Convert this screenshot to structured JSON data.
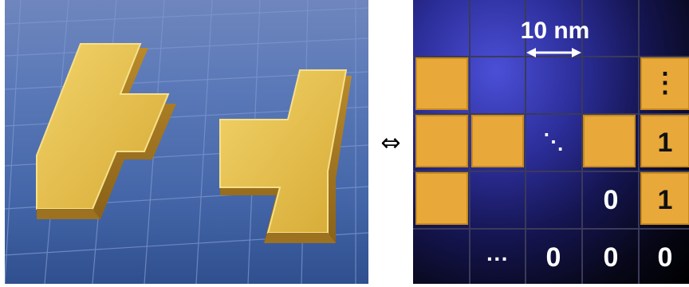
{
  "arrow_symbol": "⇔",
  "scale_label": "10 nm",
  "grid_labels": {
    "row1_col5": "⋮",
    "row2_col3": "⋱",
    "row2_col5": "1",
    "row3_col4": "0",
    "row3_col5": "1",
    "row4_col2": "···",
    "row4_col3": "0",
    "row4_col4": "0",
    "row4_col5": "0"
  },
  "colors": {
    "tile_gold": "#e8a83a",
    "grid_line": "#3a3a5a",
    "floor_blue": "#4a6cb0",
    "brick_gold": "#d9b43c"
  }
}
